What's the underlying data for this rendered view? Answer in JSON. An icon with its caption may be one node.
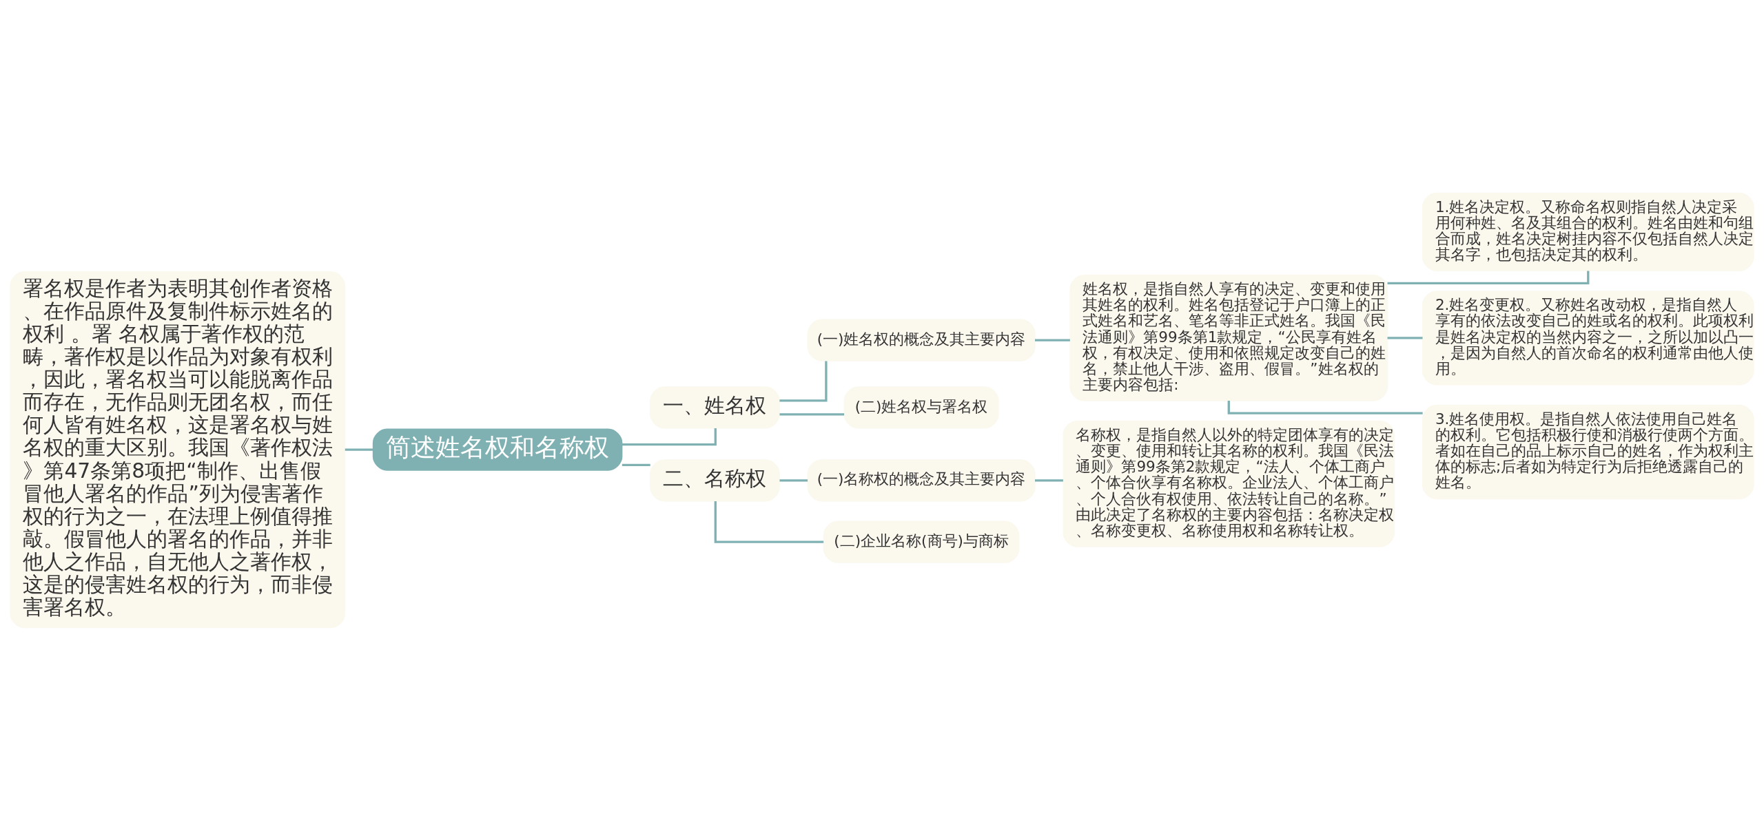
{
  "diagram": {
    "nodes": [
      {
        "text": [
          "简述姓名权和名称权"
        ]
      },
      {
        "text": [
          "署名权是作者为表明其创作者资格、在作品原件及复制件标示姓名的权利 。署 名权属于著作权的范畴，著作权是以作品为对象有权利，因此，署名权当可以能脱离作品而存在，无作品则无团名权，而任何人皆有姓名权，这是署名权与姓名权的重大区别。我国《著作权法》第47条第8项把“制作、出售假冒他人署名的作品”列为侵害著作权的行为之一，在法理上例值得推敲。假冒他人的署名的作品，并非他人之作品，自无他人之著作权，这是的侵害姓名权的行为，而非侵害署名权。"
        ]
      },
      {
        "text": [
          "一、姓名权"
        ]
      },
      {
        "text": [
          "(一)姓名权的概念及其主要内容"
        ]
      },
      {
        "text": [
          "姓名权，是指自然人享有的决定、变更和使用其姓名的权利。姓名包括登记于户口簿上的正式姓名和艺名、笔名等非正式姓名。我国《民法通则》第99条第1款规定，“公民享有姓名权，有权决定、使用和依照规定改变自己的姓名，禁止他人干涉、盗用、假冒。”姓名权的主要内容包括:"
        ]
      },
      {
        "text": [
          "1.姓名决定权。又称命名权则指自然人决定采用何种姓、名及其组合的权利。姓名由姓和句组合而成，姓名决定树挂内容不仅包括自然人决定其名字，也包括决定其的权利。"
        ]
      },
      {
        "text": [
          "2.姓名变更权。又称姓名改动权，是指自然人享有的依法改变自己的姓或名的权利。此项权利是姓名决定权的当然内容之一，之所以加以凸一，是因为自然人的首次命名的权利通常由他人使用。"
        ]
      },
      {
        "text": [
          "3.姓名使用权。是指自然人依法使用自己姓名的权利。它包括积极行使和消极行使两个方面。者如在自己的品上标示自己的姓名，作为权利主体的标志;后者如为特定行为后拒绝透露自己的姓名。"
        ]
      },
      {
        "text": [
          "(二)姓名权与署名权"
        ]
      },
      {
        "text": [
          "二、名称权"
        ]
      },
      {
        "text": [
          "(一)名称权的概念及其主要内容"
        ]
      },
      {
        "text": [
          "名称权，是指自然人以外的特定团体享有的决定、变更、使用和转让其名称的权利。我国《民法通则》第99条第2款规定，“法人、个体工商户、个体合伙享有名称权。企业法人、个体工商户、个人合伙有权使用、依法转让自己的名称。”由此决定了名称权的主要内容包括：名称决定权、名称变更权、名称使用权和名称转让权。"
        ]
      },
      {
        "text": [
          "(二)企业名称(商号)与商标"
        ]
      }
    ],
    "edges": [
      {
        "from": 0,
        "to": 1,
        "arrow": "none"
      },
      {
        "from": 0,
        "to": 2,
        "arrow": "none"
      },
      {
        "from": 2,
        "to": 3,
        "arrow": "none"
      },
      {
        "from": 3,
        "to": 4,
        "arrow": "none"
      },
      {
        "from": 4,
        "to": 5,
        "arrow": "none"
      },
      {
        "from": 4,
        "to": 6,
        "arrow": "none"
      },
      {
        "from": 4,
        "to": 7,
        "arrow": "none"
      },
      {
        "from": 2,
        "to": 8,
        "arrow": "none"
      },
      {
        "from": 0,
        "to": 9,
        "arrow": "none"
      },
      {
        "from": 9,
        "to": 10,
        "arrow": "none"
      },
      {
        "from": 10,
        "to": 11,
        "arrow": "none"
      },
      {
        "from": 9,
        "to": 12,
        "arrow": "none"
      }
    ]
  }
}
